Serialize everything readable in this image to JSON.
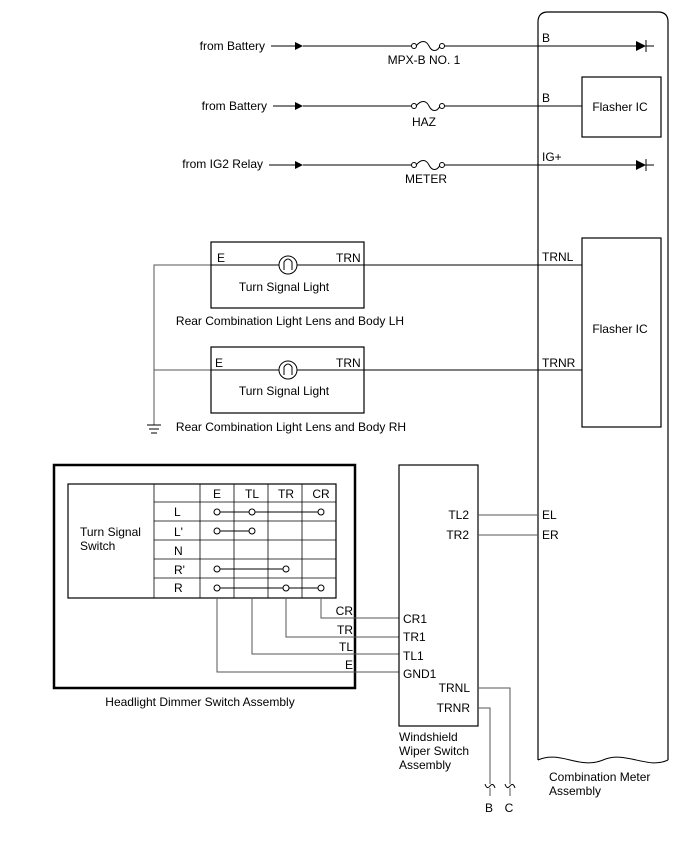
{
  "sources": [
    {
      "label": "from Battery",
      "fuse": "MPX-B NO. 1",
      "pin": "B"
    },
    {
      "label": "from Battery",
      "fuse": "HAZ",
      "pin": "B"
    },
    {
      "label": "from IG2 Relay",
      "fuse": "METER",
      "pin": "IG+"
    }
  ],
  "flasher_ic": "Flasher IC",
  "lamps": [
    {
      "e": "E",
      "trn": "TRN",
      "lamp": "Turn  Signal Light",
      "name": "Rear Combination Light Lens and Body LH",
      "pin": "TRNL"
    },
    {
      "e": "E",
      "trn": "TRN",
      "lamp": "Turn  Signal Light",
      "name": "Rear Combination Light Lens and Body RH",
      "pin": "TRNR"
    }
  ],
  "switch": {
    "title_line1": "Turn Signal",
    "title_line2": "Switch",
    "columns": [
      "E",
      "TL",
      "TR",
      "CR"
    ],
    "rows": [
      "L",
      "L'",
      "N",
      "R'",
      "R"
    ],
    "assembly": "Headlight Dimmer Switch Assembly"
  },
  "wiper": {
    "pins_left": [
      "CR1",
      "TR1",
      "TL1",
      "GND1"
    ],
    "wire_labels": [
      "CR",
      "TR",
      "TL",
      "E"
    ],
    "pins_right": [
      "TL2",
      "TR2"
    ],
    "pins_bottom": [
      "TRNL",
      "TRNR"
    ],
    "name_line1": "Windshield",
    "name_line2": "Wiper Switch",
    "name_line3": "Assembly"
  },
  "meter": {
    "pins": [
      "EL",
      "ER"
    ],
    "name_line1": "Combination Meter",
    "name_line2": "Assembly"
  },
  "connectors": [
    "B",
    "C"
  ]
}
